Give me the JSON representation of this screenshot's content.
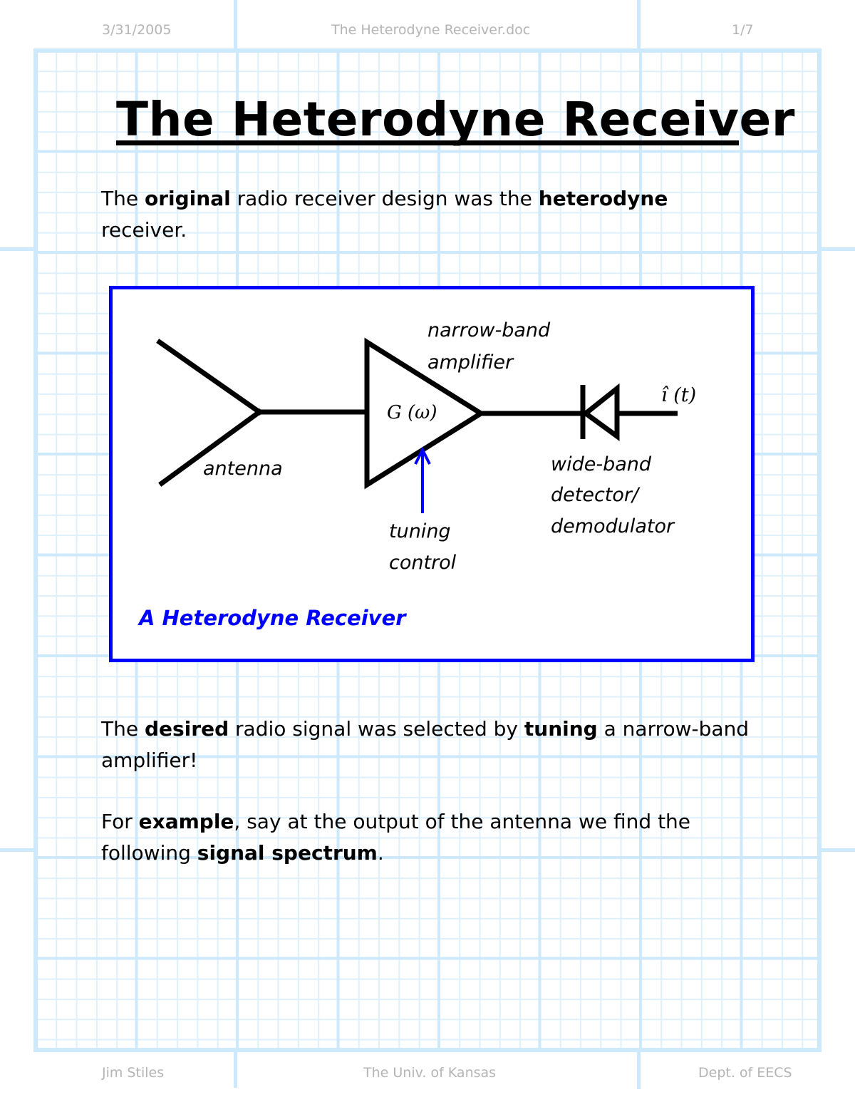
{
  "header": {
    "date": "3/31/2005",
    "filename": "The Heterodyne Receiver.doc",
    "page": "1/7"
  },
  "footer": {
    "author": "Jim Stiles",
    "institution": "The Univ. of Kansas",
    "department": "Dept. of EECS"
  },
  "document": {
    "title": "The Heterodyne Receiver",
    "paragraph1": {
      "t1": "The ",
      "b1": "original",
      "t2": " radio receiver design was the ",
      "b2": "heterodyne",
      "line2": "receiver."
    },
    "paragraph2": {
      "t1": "The ",
      "b1": "desired",
      "t2": " radio signal was selected by ",
      "b2": "tuning",
      "t3": " a narrow-band",
      "line2": "amplifier!"
    },
    "paragraph3": {
      "t1": "For ",
      "b1": "example",
      "t2": ", say at the output of the antenna we find the",
      "line2a": "following ",
      "b2": "signal spectrum",
      "line2b": "."
    }
  },
  "figure": {
    "caption": "A Heterodyne Receiver",
    "labels": {
      "antenna": "antenna",
      "amp_line1": "narrow-band",
      "amp_line2": "amplifier",
      "gain": "G (ω)",
      "output": "î (t)",
      "tuning_line1": "tuning",
      "tuning_line2": "control",
      "detector_line1": "wide-band",
      "detector_line2": "detector/",
      "detector_line3": "demodulator"
    },
    "colors": {
      "frame": "#0000ff",
      "caption": "#0000ff",
      "tuning_arrow": "#0000ff",
      "circuit": "#000000"
    }
  },
  "colors": {
    "grid_major": "#cde9fb",
    "grid_minor": "#ddf0fc",
    "header_text": "#b4b4b4"
  }
}
